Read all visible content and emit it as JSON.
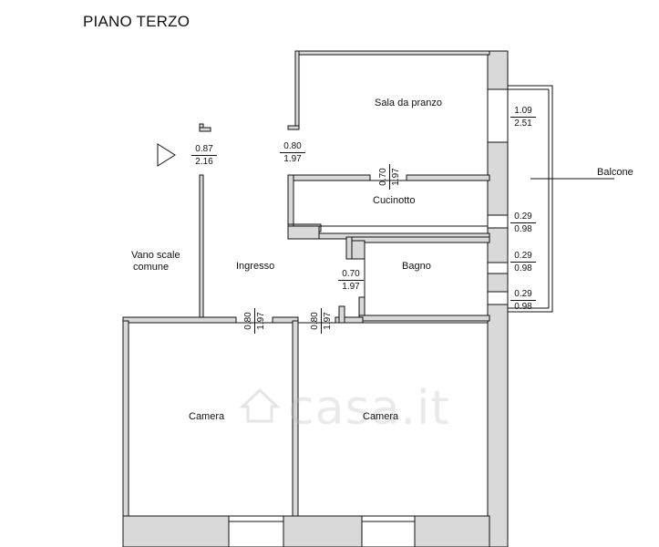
{
  "title": "PIANO TERZO",
  "rooms": {
    "sala_da_pranzo": "Sala da pranzo",
    "cucinotto": "Cucinotto",
    "ingresso": "Ingresso",
    "bagno": "Bagno",
    "vano_scale_line1": "Vano scale",
    "vano_scale_line2": "comune",
    "camera_left": "Camera",
    "camera_right": "Camera",
    "balcone": "Balcone"
  },
  "dimensions": {
    "entrance_door": {
      "width": "0.87",
      "height": "2.16"
    },
    "sala_door": {
      "width": "0.80",
      "height": "1.97"
    },
    "cucinotto_door": {
      "width": "0.70",
      "height": "1.97"
    },
    "bagno_door": {
      "width": "0.70",
      "height": "1.97"
    },
    "camera_left_door": {
      "width": "0.80",
      "height": "1.97"
    },
    "camera_right_door": {
      "width": "0.80",
      "height": "1.97"
    },
    "sala_window": {
      "width": "1.09",
      "height": "2.51"
    },
    "cucinotto_window": {
      "width": "0.29",
      "height": "0.98"
    },
    "bagno_window_top": {
      "width": "0.29",
      "height": "0.98"
    },
    "bagno_window_bottom": {
      "width": "0.29",
      "height": "0.98"
    }
  },
  "watermark": "casa.it",
  "colors": {
    "wall_fill": "#d9d9d9",
    "wall_stroke": "#111111",
    "watermark": "#bebebe"
  }
}
